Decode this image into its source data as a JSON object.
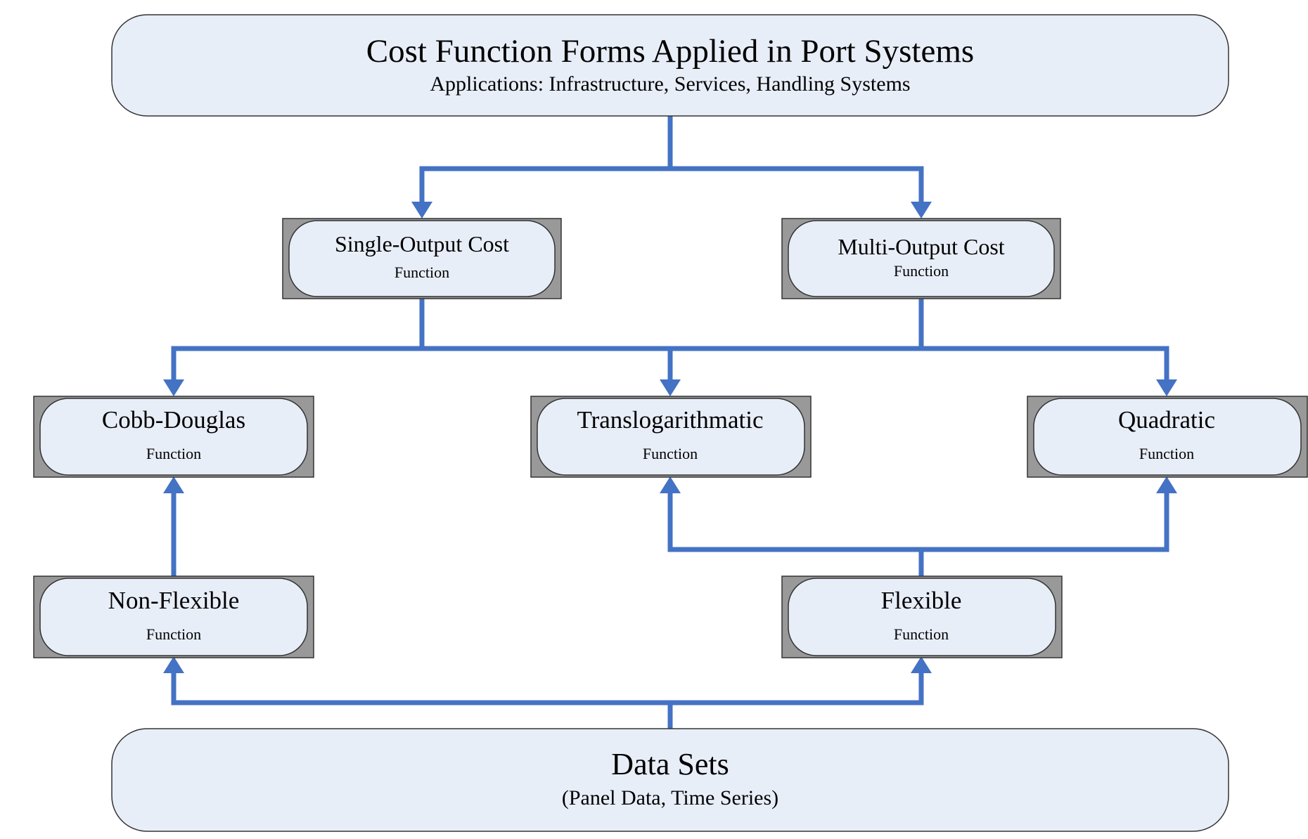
{
  "colors": {
    "connector": "#4472C4",
    "box_fill": "#E8EEF8",
    "box_frame": "#999999",
    "box_stroke": "#333333",
    "text": "#000000"
  },
  "header": {
    "title": "Cost Function Forms Applied in Port Systems",
    "subtitle": "Applications: Infrastructure, Services, Handling Systems"
  },
  "nodes": {
    "single_output": {
      "title": "Single-Output Cost",
      "subtitle": "Function"
    },
    "multi_output": {
      "title": "Multi-Output Cost",
      "subtitle": "Function"
    },
    "cobb_douglas": {
      "title": "Cobb-Douglas",
      "subtitle": "Function"
    },
    "translog": {
      "title": "Translogarithmatic",
      "subtitle": "Function"
    },
    "quadratic": {
      "title": "Quadratic",
      "subtitle": "Function"
    },
    "non_flexible": {
      "title": "Non-Flexible",
      "subtitle": "Function"
    },
    "flexible": {
      "title": "Flexible",
      "subtitle": "Function"
    }
  },
  "footer": {
    "title": "Data Sets",
    "subtitle": "(Panel Data, Time Series)"
  }
}
